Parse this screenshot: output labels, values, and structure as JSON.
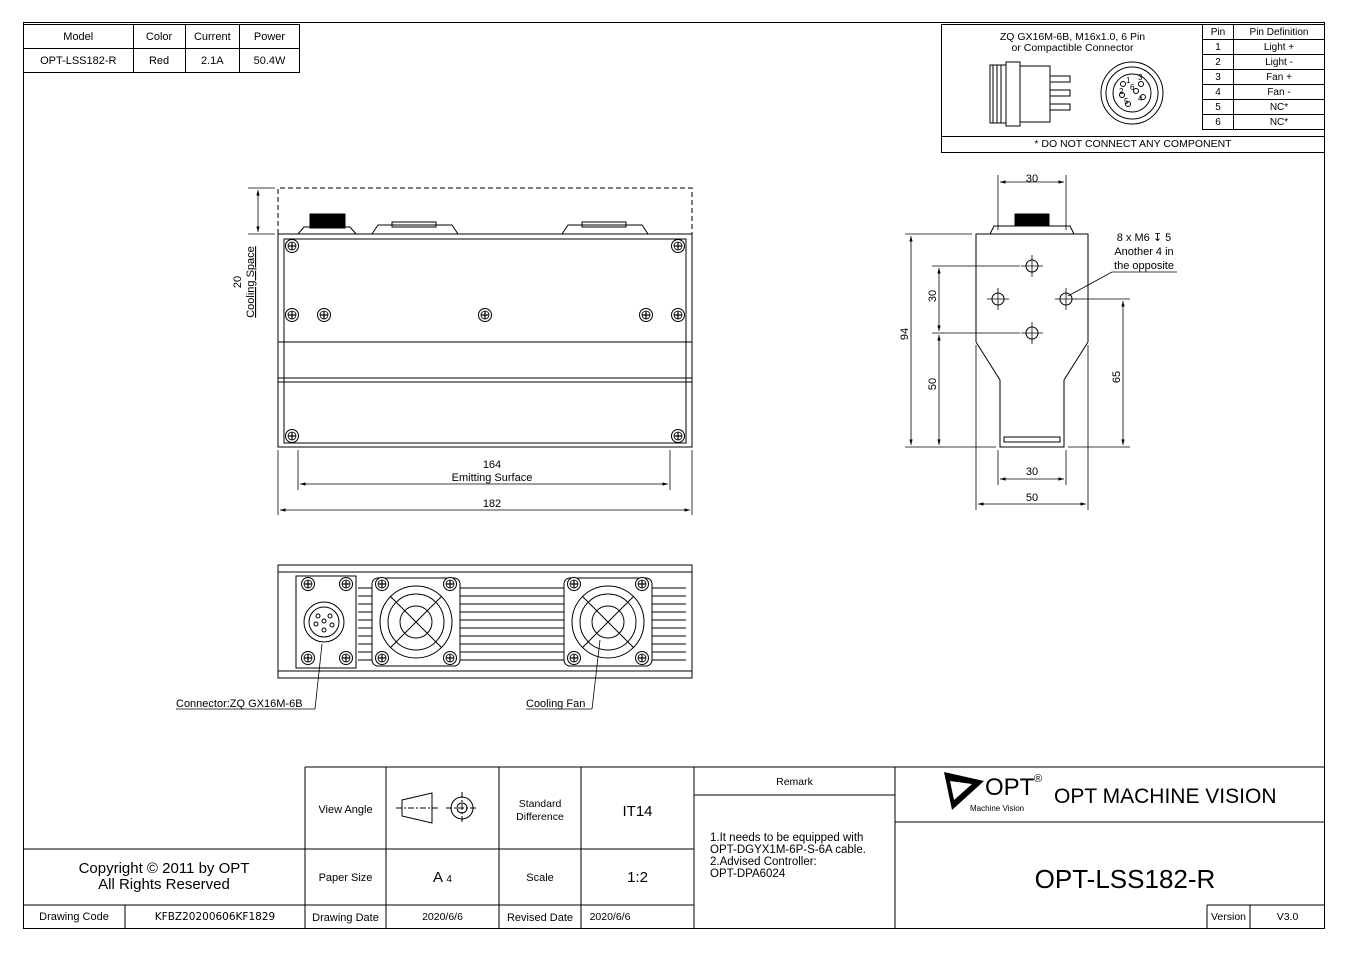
{
  "spec_table": {
    "headers": [
      "Model",
      "Color",
      "Current",
      "Power"
    ],
    "row": [
      "OPT-LSS182-R",
      "Red",
      "2.1A",
      "50.4W"
    ]
  },
  "connector_box": {
    "title_line1": "ZQ GX16M-6B, M16x1.0, 6 Pin",
    "title_line2": "or Compactible Connector",
    "pin_headers": [
      "Pin",
      "Pin Definition"
    ],
    "pins": [
      {
        "pin": "1",
        "def": "Light +"
      },
      {
        "pin": "2",
        "def": "Light -"
      },
      {
        "pin": "3",
        "def": "Fan +"
      },
      {
        "pin": "4",
        "def": "Fan -"
      },
      {
        "pin": "5",
        "def": "NC*"
      },
      {
        "pin": "6",
        "def": "NC*"
      }
    ],
    "pin_face_labels": [
      "1",
      "2",
      "3",
      "4",
      "5",
      "6"
    ],
    "note": "* DO NOT CONNECT ANY COMPONENT"
  },
  "front_view": {
    "cooling_space_value": "20",
    "cooling_space_label": "Cooling Space",
    "emitting_value": "164",
    "emitting_label": "Emitting Surface",
    "overall_value": "182"
  },
  "side_view": {
    "top_width": "30",
    "hole_note_line1": "8 x M6 ↧ 5",
    "hole_note_line2": "Another 4 in",
    "hole_note_line3": "the opposite",
    "height_total": "94",
    "dim_30": "30",
    "dim_50": "50",
    "dim_65": "65",
    "bottom_width_30": "30",
    "bottom_width_50": "50"
  },
  "rear_view": {
    "connector_label": "Connector:ZQ GX16M-6B",
    "fan_label": "Cooling Fan"
  },
  "title_block": {
    "copyright_line1": "Copyright © 2011 by OPT",
    "copyright_line2": "All Rights Reserved",
    "drawing_code_label": "Drawing Code",
    "drawing_code": "KFBZ20200606KF1829",
    "view_angle_label": "View Angle",
    "standard_diff_label_1": "Standard",
    "standard_diff_label_2": "Difference",
    "standard_diff": "IT14",
    "paper_size_label": "Paper Size",
    "paper_size": "A",
    "paper_size_sub": "4",
    "scale_label": "Scale",
    "scale": "1:2",
    "drawing_date_label": "Drawing Date",
    "drawing_date": "2020/6/6",
    "revised_date_label": "Revised Date",
    "revised_date": "2020/6/6",
    "remark_label": "Remark",
    "remark_lines": [
      "1.It needs to be equipped with",
      "OPT-DGYX1M-6P-S-6A cable.",
      "2.Advised Controller:",
      "OPT-DPA6024"
    ],
    "logo_text": "OPT",
    "logo_reg": "®",
    "logo_sub": "Machine Vision",
    "company": "OPT MACHINE VISION",
    "product": "OPT-LSS182-R",
    "version_label": "Version",
    "version": "V3.0"
  }
}
